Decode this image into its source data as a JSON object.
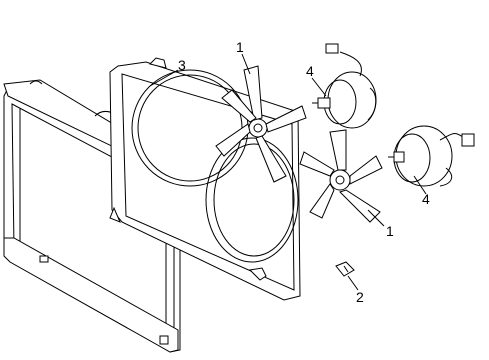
{
  "diagram": {
    "type": "parts-exploded-view",
    "callouts": [
      {
        "id": "callout-1-upper",
        "label": "1"
      },
      {
        "id": "callout-1-lower",
        "label": "1"
      },
      {
        "id": "callout-2",
        "label": "2"
      },
      {
        "id": "callout-3",
        "label": "3"
      },
      {
        "id": "callout-4-upper",
        "label": "4"
      },
      {
        "id": "callout-4-lower",
        "label": "4"
      }
    ]
  }
}
